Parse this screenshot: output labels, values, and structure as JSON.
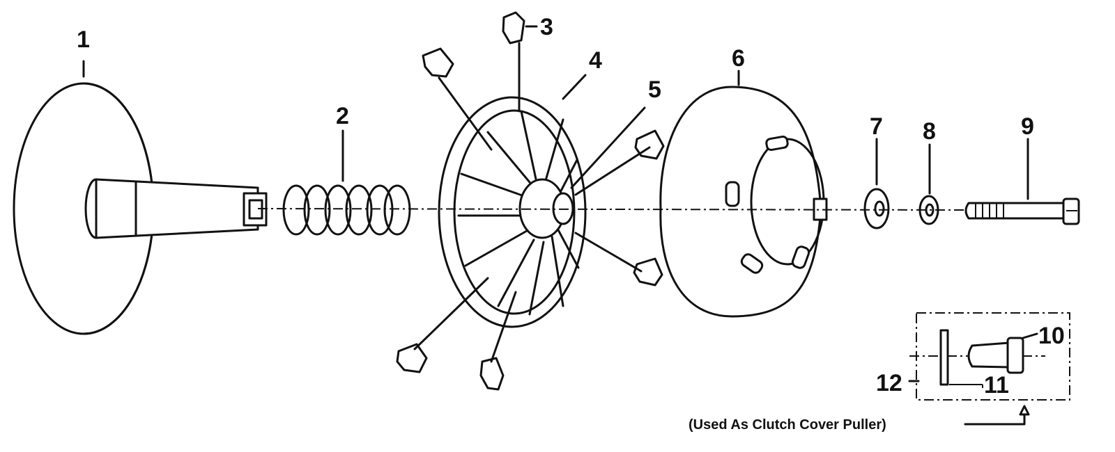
{
  "callouts": {
    "p1": "1",
    "p2": "2",
    "p3": "3",
    "p4": "4",
    "p5": "5",
    "p6": "6",
    "p7": "7",
    "p8": "8",
    "p9": "9",
    "p10": "10",
    "p11": "11",
    "p12": "12"
  },
  "inset_caption": "(Used As Clutch Cover Puller)"
}
